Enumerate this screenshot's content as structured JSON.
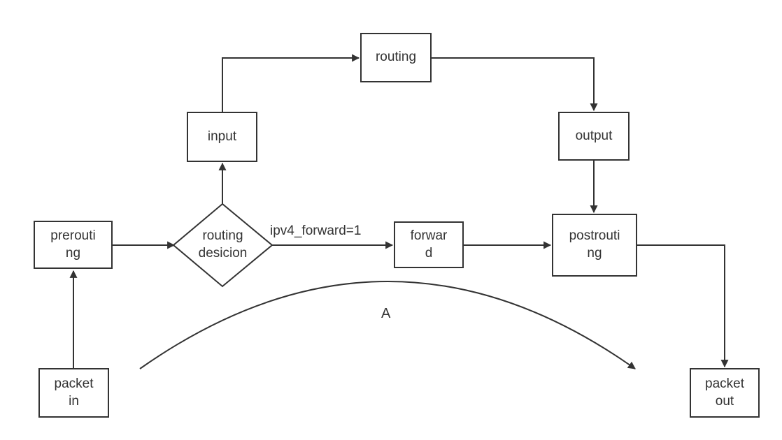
{
  "flowchart": {
    "title": "packet flow diagram",
    "colors": {
      "stroke": "#333333",
      "text": "#333333",
      "background": "#ffffff",
      "node_fill": "#ffffff"
    },
    "nodes": {
      "packet_in": "packet\nin",
      "prerouting": "prerouti\nng",
      "routing_decision": "routing\ndesicion",
      "input": "input",
      "routing": "routing",
      "forward": "forwar\nd",
      "output": "output",
      "postrouting": "postrouti\nng",
      "packet_out": "packet\nout"
    },
    "edge_labels": {
      "forward_condition": "ipv4_forward=1",
      "curve": "A"
    }
  }
}
